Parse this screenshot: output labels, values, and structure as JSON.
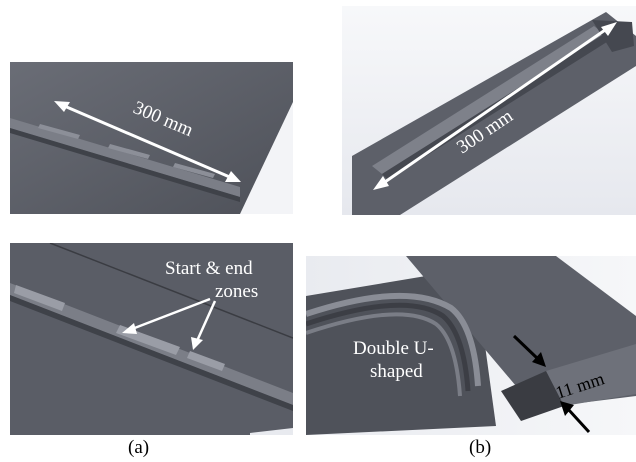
{
  "panels": {
    "top_left": {
      "dimension_label": "300 mm"
    },
    "top_right": {
      "dimension_label": "300 mm"
    },
    "bottom_left": {
      "annotation_line1": "Start & end",
      "annotation_line2": "zones"
    },
    "bottom_right": {
      "annotation_line1": "Double U-",
      "annotation_line2": "shaped",
      "dimension_label": "11 mm"
    }
  },
  "captions": {
    "left": "(a)",
    "right": "(b)"
  },
  "colors": {
    "part_gray": "#5a5d66",
    "bg_light": "#eef0f4",
    "annotation_white": "#ffffff",
    "arrow_black": "#000000"
  }
}
